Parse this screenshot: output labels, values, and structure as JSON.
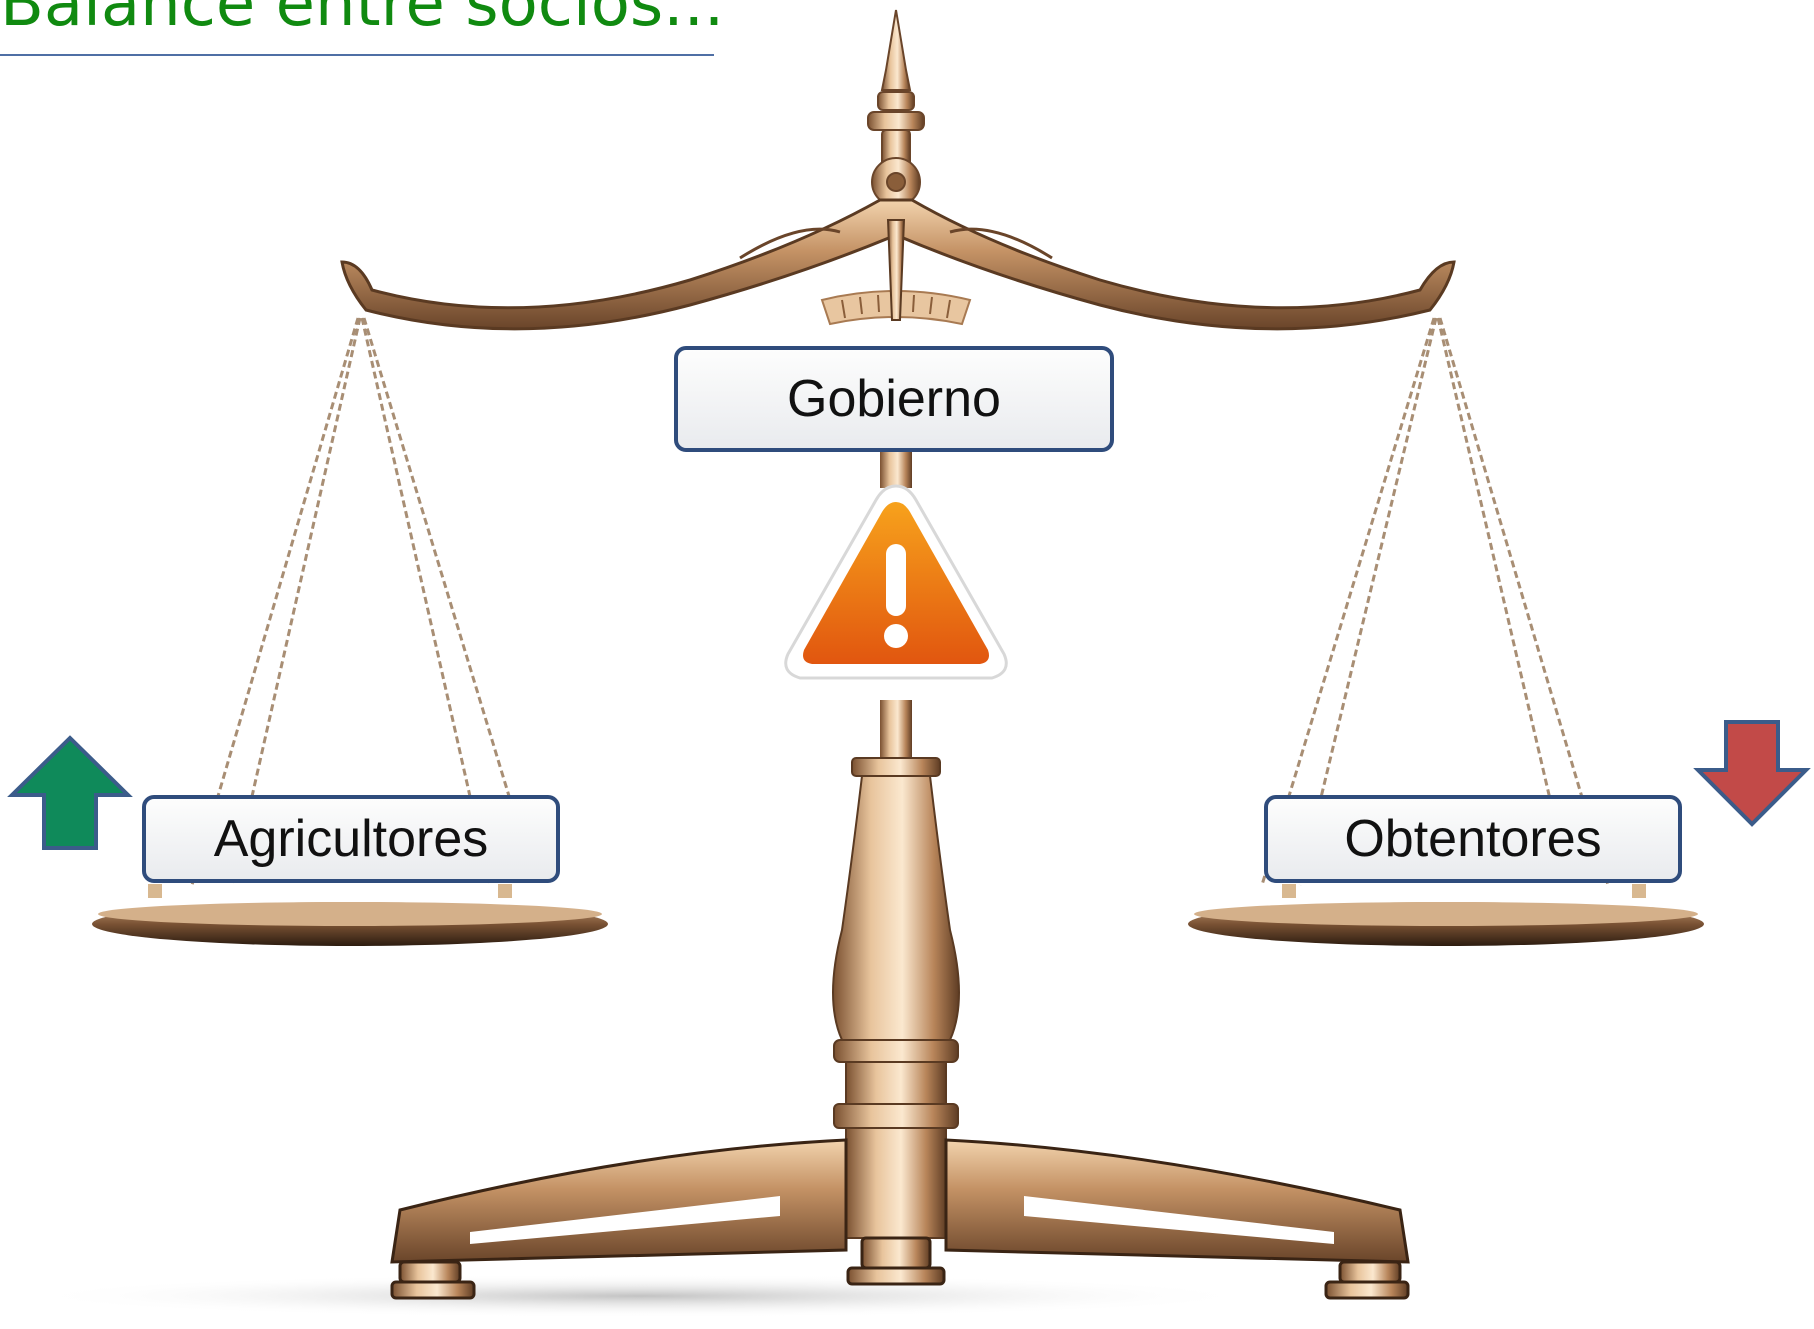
{
  "slide": {
    "title": "Balance entre socios...",
    "title_color": "#108a10",
    "rule_color": "#4f6fa5"
  },
  "labels": {
    "center": "Gobierno",
    "left": "Agricultores",
    "right": "Obtentores"
  },
  "indicators": {
    "left": {
      "icon": "arrow-up-icon",
      "color": "#0f8a5a"
    },
    "right": {
      "icon": "arrow-down-icon",
      "color": "#c24a48"
    },
    "center": {
      "icon": "warning-icon",
      "color": "#f07a10"
    }
  },
  "colors": {
    "bronze": "#b8875a",
    "bronze_dark": "#5a3a22",
    "label_border": "#2f4c7c"
  }
}
